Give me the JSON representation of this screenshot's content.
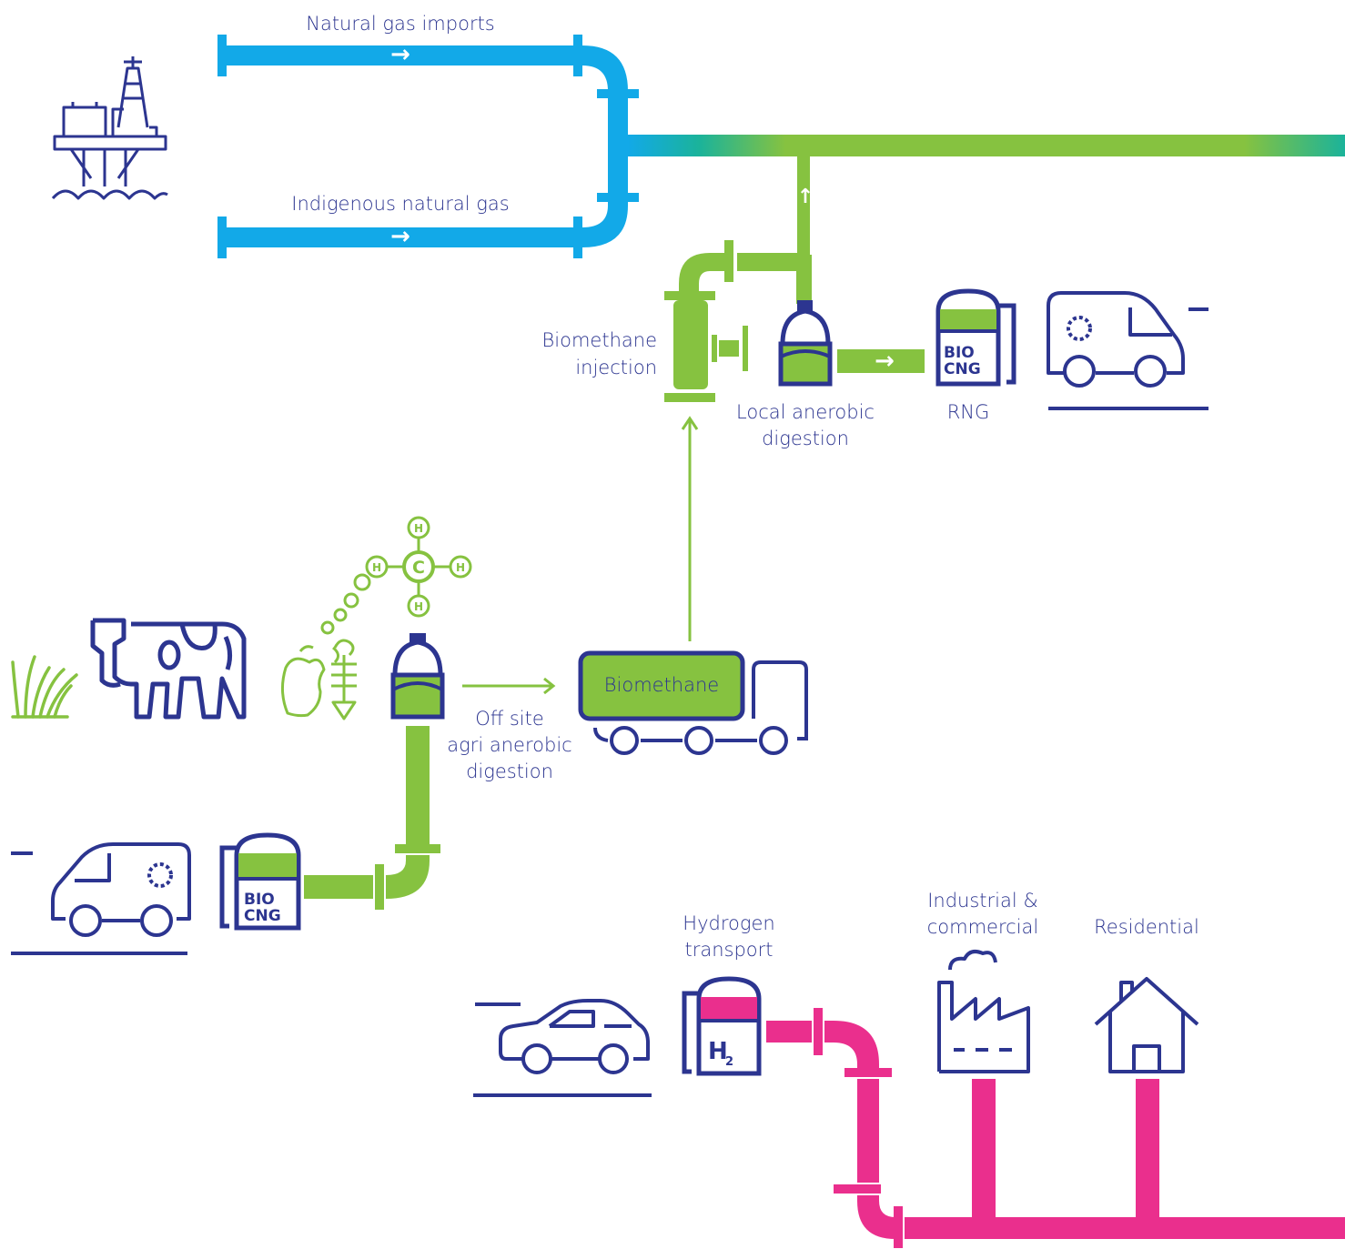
{
  "colors": {
    "navy": "#2c3590",
    "blue": "#12a9e8",
    "green": "#86c240",
    "pink": "#ea2f8d",
    "teal": "#1bb39a"
  },
  "icons": [
    "oil-rig-icon",
    "grass-icon",
    "cow-icon",
    "food-waste-icon",
    "methane-molecule-icon",
    "digester-icon",
    "truck-icon",
    "van-icon",
    "bio-cng-pump-icon",
    "car-icon",
    "hydrogen-pump-icon",
    "factory-icon",
    "house-icon"
  ],
  "labels": {
    "natural_gas_imports": "Natural gas imports",
    "indigenous_natural_gas": "Indigenous natural gas",
    "biomethane_injection_1": "Biomethane",
    "biomethane_injection_2": "injection",
    "local_digestion_1": "Local anerobic",
    "local_digestion_2": "digestion",
    "rng": "RNG",
    "biomethane_truck": "Biomethane",
    "offsite_1": "Off site",
    "offsite_2": "agri anerobic",
    "offsite_3": "digestion",
    "hydrogen_transport_1": "Hydrogen",
    "hydrogen_transport_2": "transport",
    "industrial_1": "Industrial &",
    "industrial_2": "commercial",
    "residential": "Residential"
  },
  "molecule": {
    "center": "C",
    "atom": "H"
  },
  "pump_bio": {
    "line1": "BIO",
    "line2": "CNG"
  },
  "pump_h2": {
    "symbol": "H",
    "subscript": "2"
  },
  "arrows": {
    "right": "→",
    "up": "↑"
  }
}
